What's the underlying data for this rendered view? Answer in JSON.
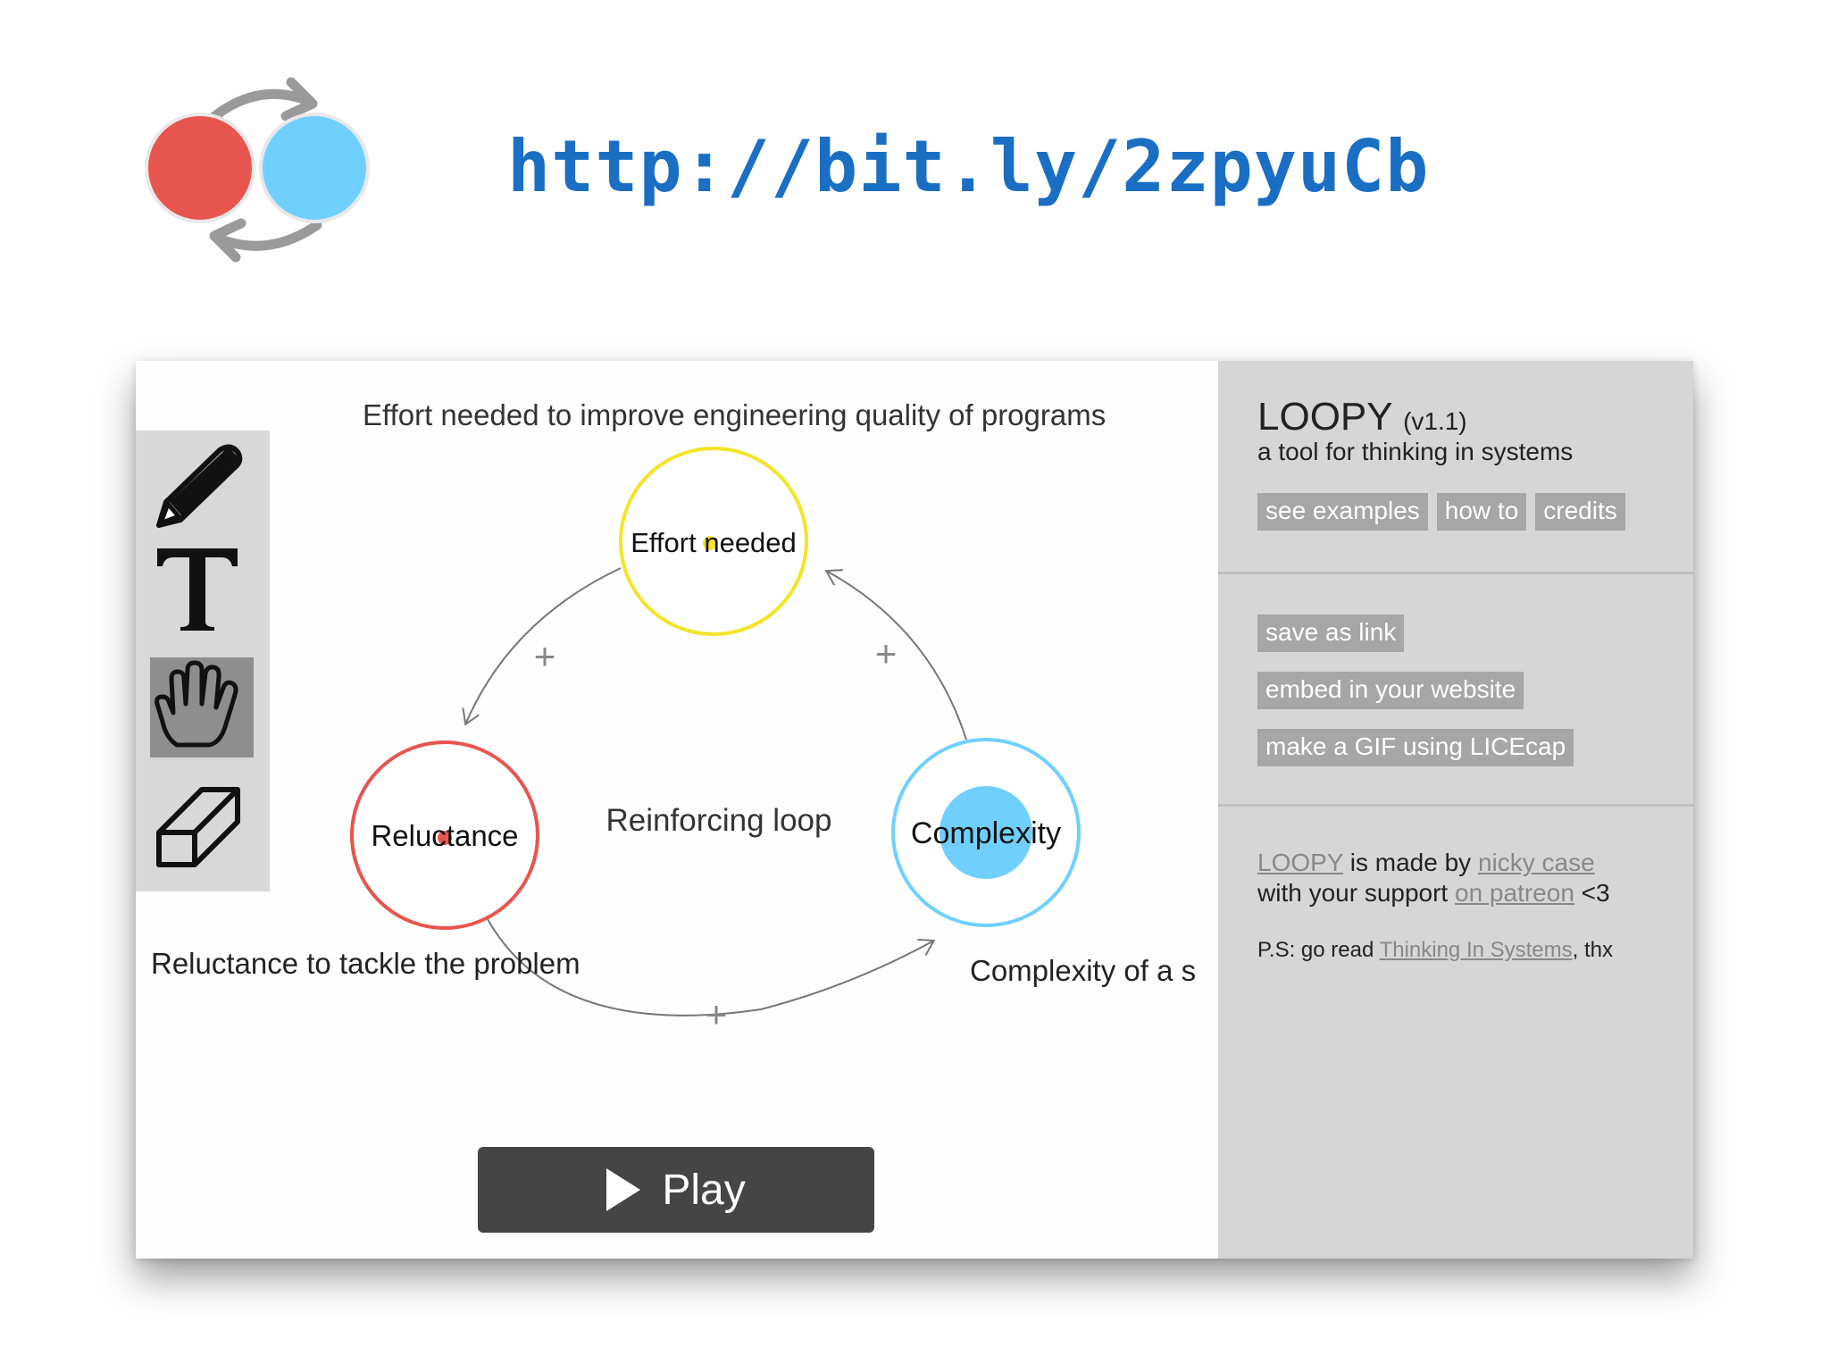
{
  "header": {
    "url": "http://bit.ly/2zpyuCb"
  },
  "colors": {
    "url": "#1a6fc4",
    "red_node": "#e8554e",
    "blue_node": "#6fd0ff",
    "yellow_node": "#f3e428"
  },
  "diagram": {
    "top_caption": "Effort needed to improve engineering quality of programs",
    "loop_label": "Reinforcing loop",
    "nodes": [
      {
        "label": "Effort needed",
        "color": "yellow"
      },
      {
        "label": "Reluctance",
        "color": "red"
      },
      {
        "label": "Complexity",
        "color": "blue"
      }
    ],
    "left_caption": "Reluctance to tackle the problem",
    "right_caption": "Complexity of a s",
    "edge_signs": [
      "+",
      "+",
      "+"
    ]
  },
  "toolbar": {
    "tools": [
      {
        "icon": "pencil-icon",
        "active": false
      },
      {
        "icon": "text-icon",
        "active": false
      },
      {
        "icon": "hand-icon",
        "active": true
      },
      {
        "icon": "eraser-icon",
        "active": false
      }
    ]
  },
  "play": {
    "label": "Play"
  },
  "sidebar": {
    "title": "LOOPY",
    "version": "(v1.1)",
    "subtitle": "a tool for thinking in systems",
    "buttons": [
      "see examples",
      "how to",
      "credits"
    ],
    "actions": [
      "save as link",
      "embed in your website",
      "make a GIF using LICEcap"
    ],
    "credit_loopy": "LOOPY",
    "credit_made_by": " is made by ",
    "credit_author": "nicky case",
    "credit_with": "with your support ",
    "credit_patreon": "on patreon",
    "credit_heart": " <3",
    "ps_prefix": "P.S: go read ",
    "ps_book": "Thinking In Systems",
    "ps_suffix": ", thx"
  }
}
